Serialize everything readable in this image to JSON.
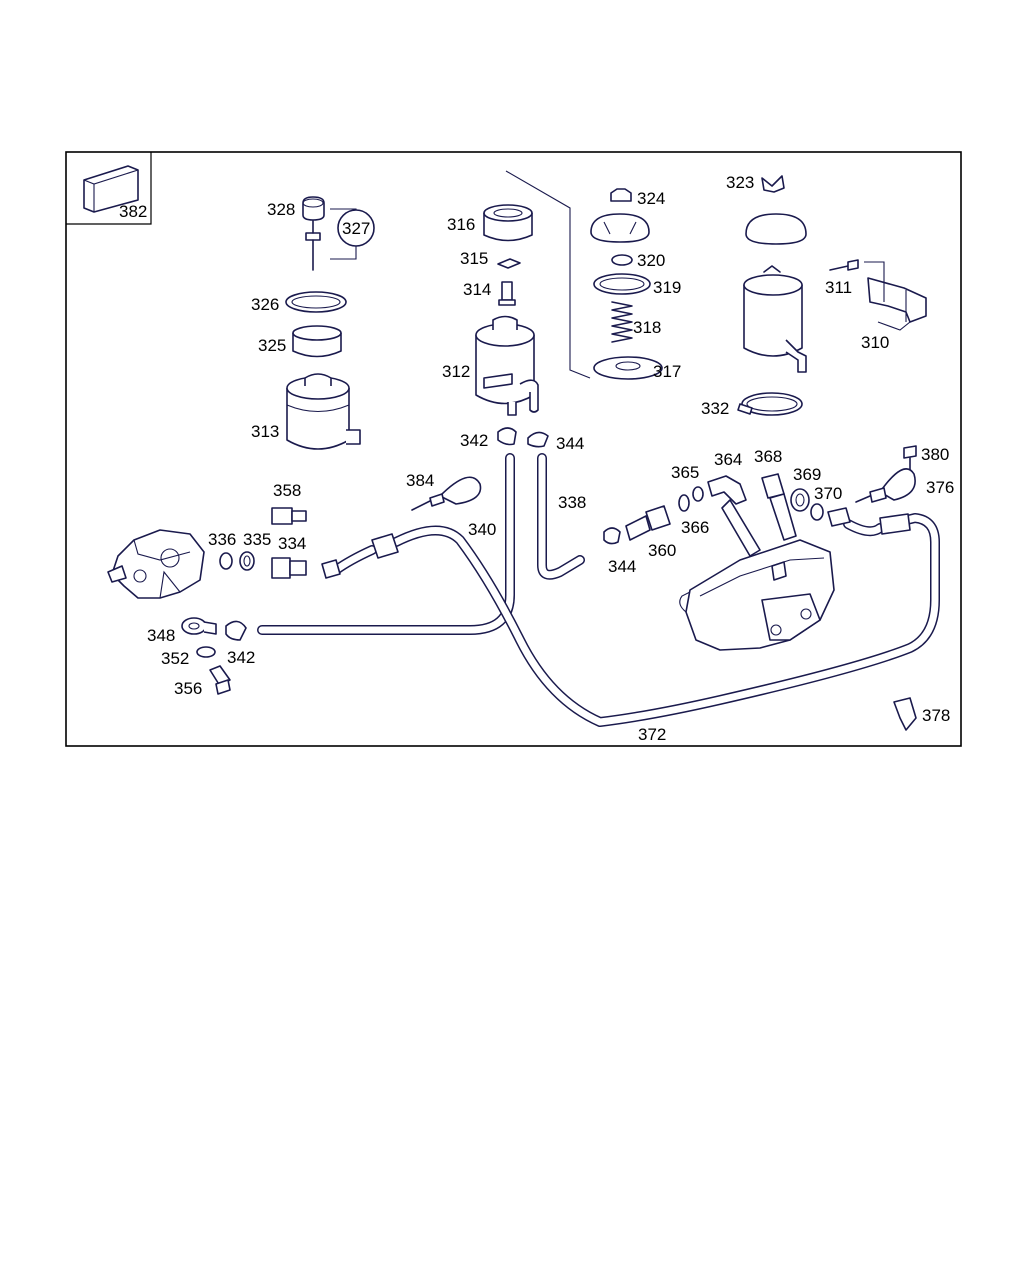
{
  "labels": {
    "l382": "382",
    "l328": "328",
    "l327": "327",
    "l326": "326",
    "l325": "325",
    "l313": "313",
    "l316": "316",
    "l315": "315",
    "l314": "314",
    "l312": "312",
    "l324": "324",
    "l320": "320",
    "l319": "319",
    "l318": "318",
    "l317": "317",
    "l323": "323",
    "l311": "311",
    "l310": "310",
    "l332": "332",
    "l342a": "342",
    "l344a": "344",
    "l338": "338",
    "l340": "340",
    "l344b": "344",
    "l384": "384",
    "l358": "358",
    "l336": "336",
    "l335": "335",
    "l334": "334",
    "l348": "348",
    "l352": "352",
    "l342b": "342",
    "l356": "356",
    "l365": "365",
    "l364": "364",
    "l368": "368",
    "l369": "369",
    "l370": "370",
    "l366": "366",
    "l360": "360",
    "l380": "380",
    "l376": "376",
    "l378": "378",
    "l372": "372"
  },
  "colors": {
    "line": "#1a1a4d",
    "frame": "#000000",
    "background": "#ffffff"
  }
}
